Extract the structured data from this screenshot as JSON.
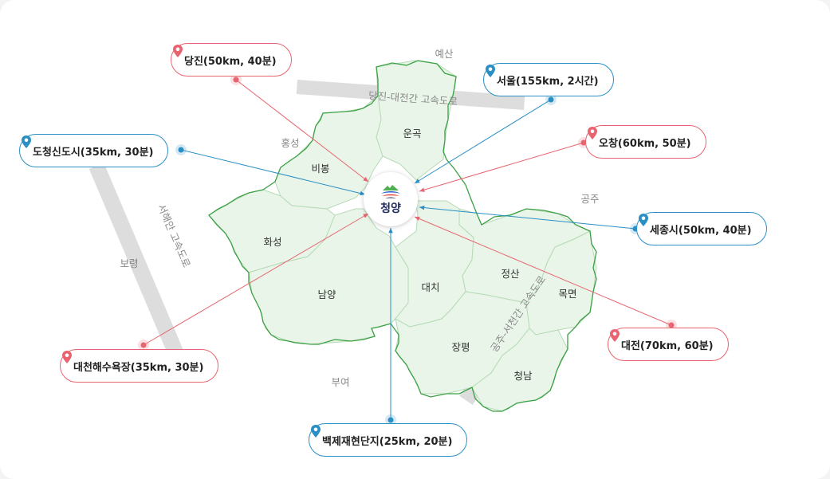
{
  "colors": {
    "red": "#e8646f",
    "blue": "#2a8fc4",
    "border_green": "#3aa043",
    "fill_green": "#e9f5e9"
  },
  "center": {
    "name": "청양",
    "logo_icon": "cheongyang-logo-icon"
  },
  "towns": {
    "ungok": "운곡",
    "bibong": "비봉",
    "hwaseong": "화성",
    "namyang": "남양",
    "daechi": "대치",
    "jeongsan": "정산",
    "mokmyeon": "목면",
    "jangpyeong": "장평",
    "cheongnam": "청남"
  },
  "neighbors": {
    "yesan": "예산",
    "hongseong": "홍성",
    "boryeong": "보령",
    "buyeo": "부여",
    "gongju": "공주"
  },
  "roads": {
    "dangjin_daejeon": "당진-대전간 고속도로",
    "seohaean": "서해안 고속도로",
    "gongju_seocheon": "공주-서천간 고속도로"
  },
  "destinations": {
    "dangjin": {
      "label": "당진(50km, 40분)",
      "color": "red"
    },
    "seoul": {
      "label": "서울(155km, 2시간)",
      "color": "blue"
    },
    "dochung": {
      "label": "도청신도시(35km, 30분)",
      "color": "blue"
    },
    "ochang": {
      "label": "오창(60km, 50분)",
      "color": "red"
    },
    "sejong": {
      "label": "세종시(50km, 40분)",
      "color": "blue"
    },
    "daejeon": {
      "label": "대전(70km, 60분)",
      "color": "red"
    },
    "daecheon": {
      "label": "대천해수욕장(35km, 30분)",
      "color": "red"
    },
    "baekje": {
      "label": "백제재현단지(25km, 20분)",
      "color": "blue"
    }
  }
}
